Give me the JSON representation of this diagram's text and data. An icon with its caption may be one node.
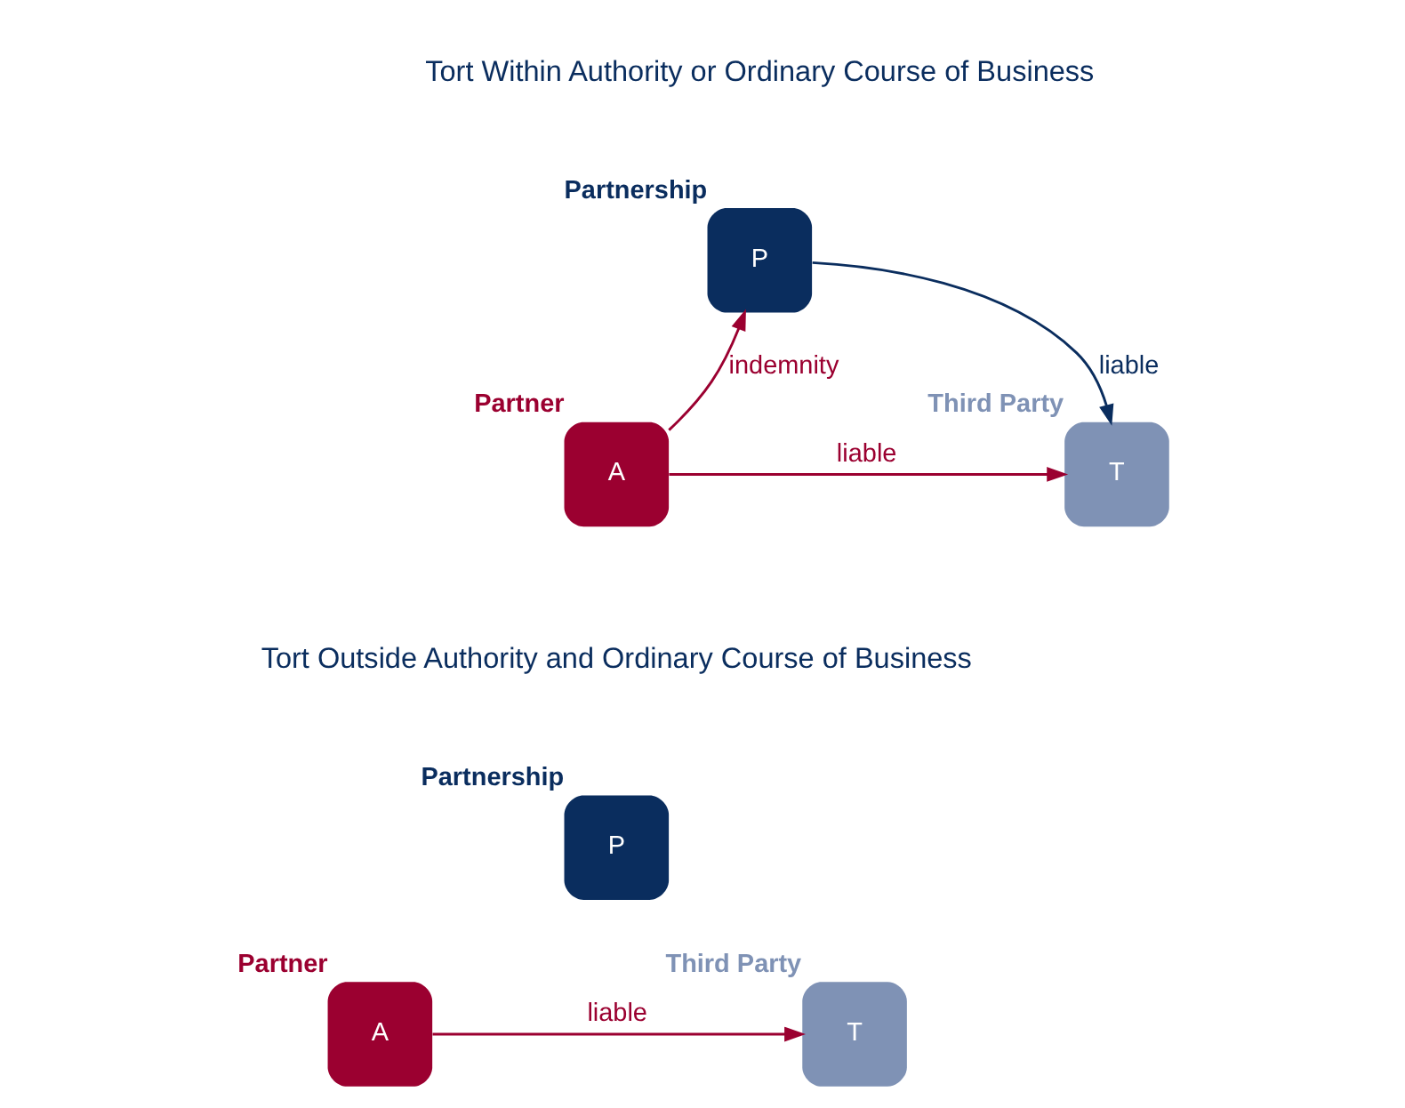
{
  "diagram": {
    "nodes": [
      {
        "text": [
          "A"
        ],
        "beside": [
          "Partner"
        ]
      },
      {
        "text": [
          "P"
        ],
        "beside": [
          "Partnership"
        ]
      },
      {
        "text": [
          "T"
        ],
        "beside": [
          "Third Party"
        ]
      },
      {
        "text": [
          "A"
        ],
        "beside": [
          "Partner"
        ]
      },
      {
        "text": [
          "P"
        ],
        "beside": [
          "Partnership"
        ]
      },
      {
        "text": [
          "T"
        ],
        "beside": [
          "Third Party"
        ]
      }
    ],
    "edges": [
      {
        "from": 0,
        "to": 1,
        "arrow": "to",
        "label": "indemnity"
      },
      {
        "from": 1,
        "to": 2,
        "arrow": "to",
        "label": "liable",
        "color": "#0a2d5e"
      },
      {
        "from": 0,
        "to": 2,
        "arrow": "to",
        "label": "liable"
      },
      {
        "from": 3,
        "to": 5,
        "arrow": "to",
        "label": "liable"
      }
    ],
    "labels": [
      "Tort Within Authority or Ordinary Course of Business",
      "Tort Outside Authority and Ordinary Course of Business"
    ]
  }
}
